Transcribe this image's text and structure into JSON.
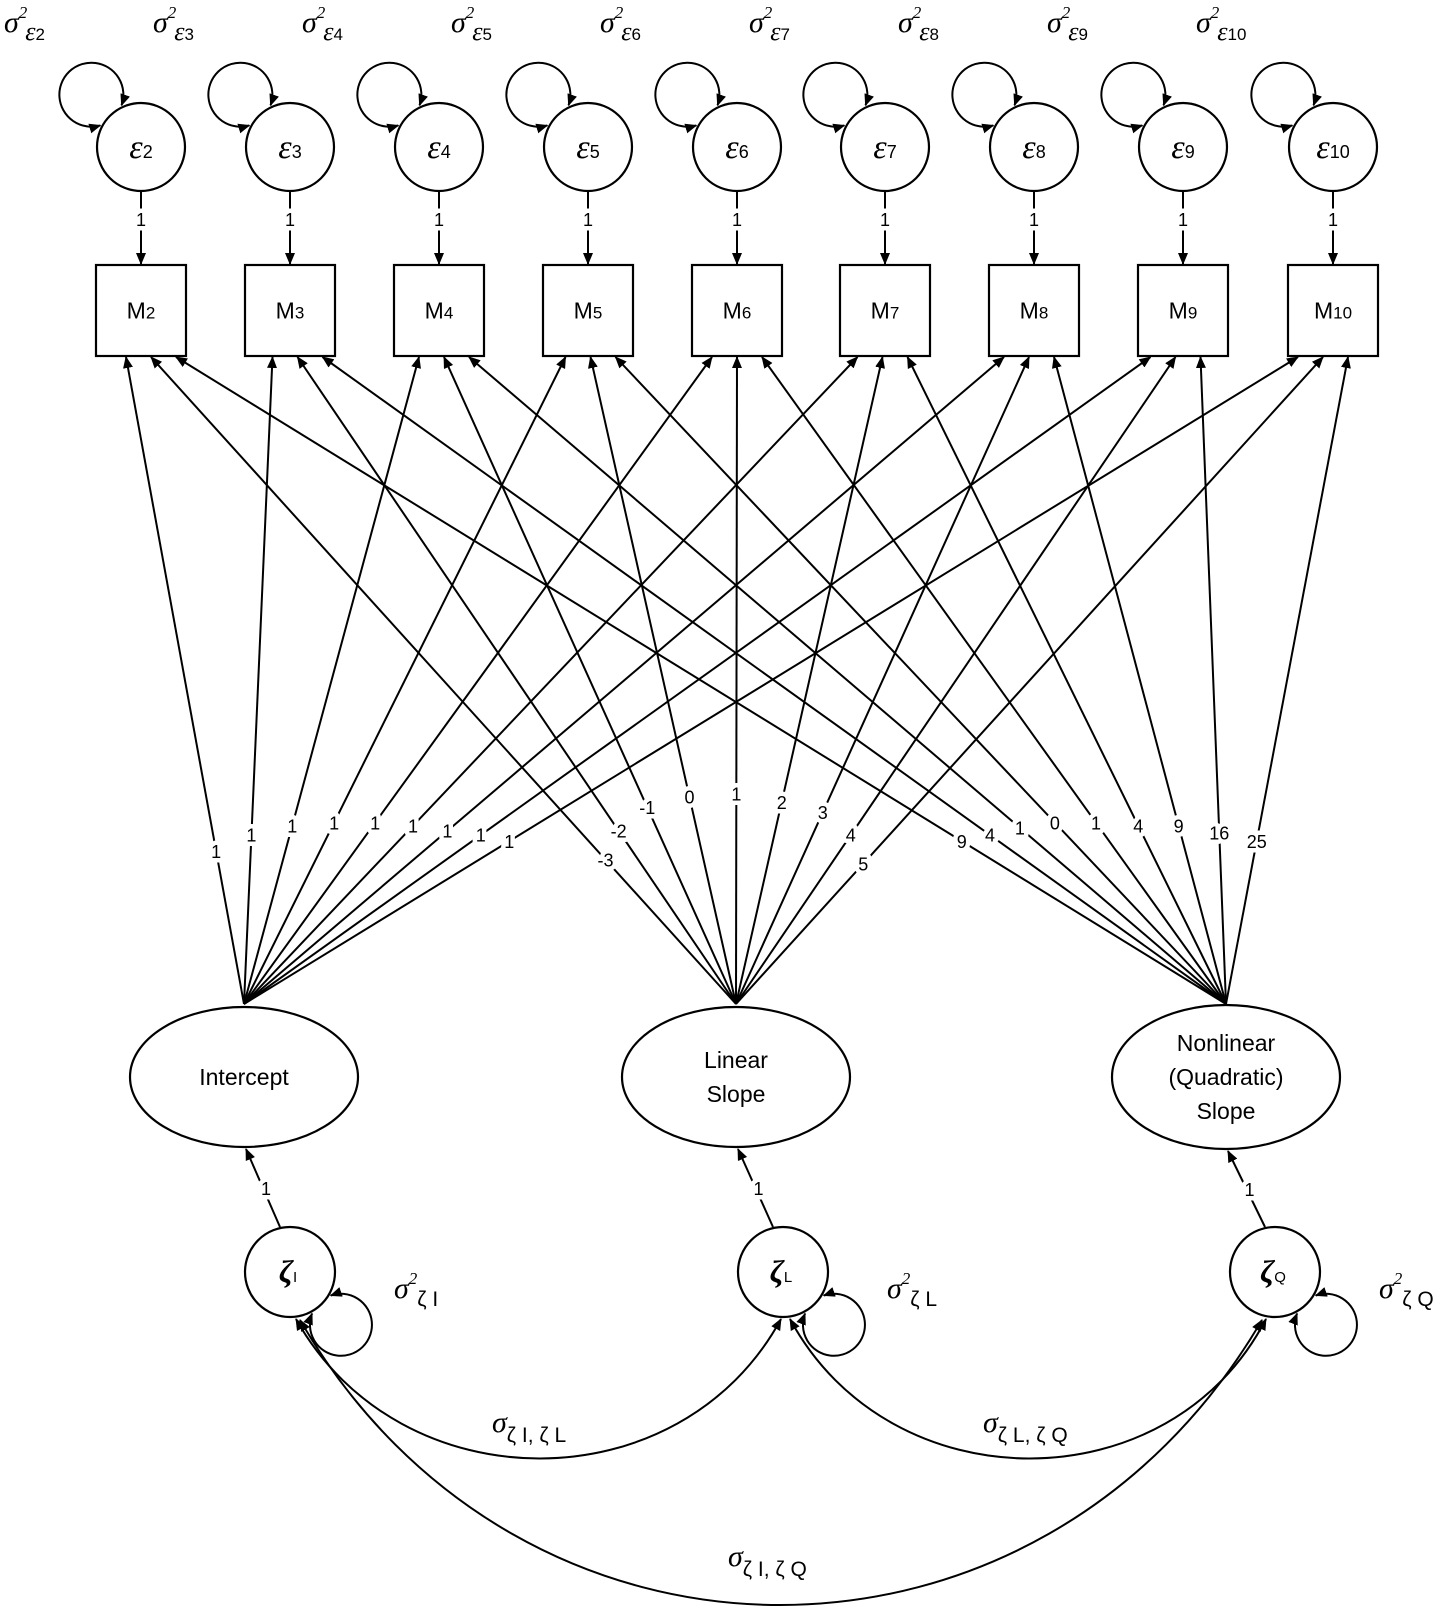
{
  "residuals": [
    {
      "symbol": "ε",
      "index": "2",
      "loading": "1",
      "variance": {
        "symbol": "σ",
        "power": "2",
        "sub_symbol": "ε",
        "sub_index": "2"
      }
    },
    {
      "symbol": "ε",
      "index": "3",
      "loading": "1",
      "variance": {
        "symbol": "σ",
        "power": "2",
        "sub_symbol": "ε",
        "sub_index": "3"
      }
    },
    {
      "symbol": "ε",
      "index": "4",
      "loading": "1",
      "variance": {
        "symbol": "σ",
        "power": "2",
        "sub_symbol": "ε",
        "sub_index": "4"
      }
    },
    {
      "symbol": "ε",
      "index": "5",
      "loading": "1",
      "variance": {
        "symbol": "σ",
        "power": "2",
        "sub_symbol": "ε",
        "sub_index": "5"
      }
    },
    {
      "symbol": "ε",
      "index": "6",
      "loading": "1",
      "variance": {
        "symbol": "σ",
        "power": "2",
        "sub_symbol": "ε",
        "sub_index": "6"
      }
    },
    {
      "symbol": "ε",
      "index": "7",
      "loading": "1",
      "variance": {
        "symbol": "σ",
        "power": "2",
        "sub_symbol": "ε",
        "sub_index": "7"
      }
    },
    {
      "symbol": "ε",
      "index": "8",
      "loading": "1",
      "variance": {
        "symbol": "σ",
        "power": "2",
        "sub_symbol": "ε",
        "sub_index": "8"
      }
    },
    {
      "symbol": "ε",
      "index": "9",
      "loading": "1",
      "variance": {
        "symbol": "σ",
        "power": "2",
        "sub_symbol": "ε",
        "sub_index": "9"
      }
    },
    {
      "symbol": "ε",
      "index": "10",
      "loading": "1",
      "variance": {
        "symbol": "σ",
        "power": "2",
        "sub_symbol": "ε",
        "sub_index": "10"
      }
    }
  ],
  "indicators": [
    {
      "letter": "M",
      "index": "2"
    },
    {
      "letter": "M",
      "index": "3"
    },
    {
      "letter": "M",
      "index": "4"
    },
    {
      "letter": "M",
      "index": "5"
    },
    {
      "letter": "M",
      "index": "6"
    },
    {
      "letter": "M",
      "index": "7"
    },
    {
      "letter": "M",
      "index": "8"
    },
    {
      "letter": "M",
      "index": "9"
    },
    {
      "letter": "M",
      "index": "10"
    }
  ],
  "latents": [
    {
      "lines": [
        "Intercept"
      ],
      "loadings": [
        "1",
        "1",
        "1",
        "1",
        "1",
        "1",
        "1",
        "1",
        "1"
      ],
      "disturbance": {
        "symbol": "ζ",
        "index": "I"
      },
      "disturbance_loading": "1",
      "variance": {
        "symbol": "σ",
        "power": "2",
        "sub": "ζ I"
      }
    },
    {
      "lines": [
        "Linear",
        "Slope"
      ],
      "loadings": [
        "-3",
        "-2",
        "-1",
        "0",
        "1",
        "2",
        "3",
        "4",
        "5"
      ],
      "disturbance": {
        "symbol": "ζ",
        "index": "L"
      },
      "disturbance_loading": "1",
      "variance": {
        "symbol": "σ",
        "power": "2",
        "sub": "ζ L"
      }
    },
    {
      "lines": [
        "Nonlinear",
        "(Quadratic)",
        "Slope"
      ],
      "loadings": [
        "9",
        "4",
        "1",
        "0",
        "1",
        "4",
        "9",
        "16",
        "25"
      ],
      "disturbance": {
        "symbol": "ζ",
        "index": "Q"
      },
      "disturbance_loading": "1",
      "variance": {
        "symbol": "σ",
        "power": "2",
        "sub": "ζ Q"
      }
    }
  ],
  "covariances": [
    {
      "symbol": "σ",
      "sub": "ζ I, ζ L"
    },
    {
      "symbol": "σ",
      "sub": "ζ L, ζ Q"
    },
    {
      "symbol": "σ",
      "sub": "ζ I, ζ Q"
    }
  ]
}
